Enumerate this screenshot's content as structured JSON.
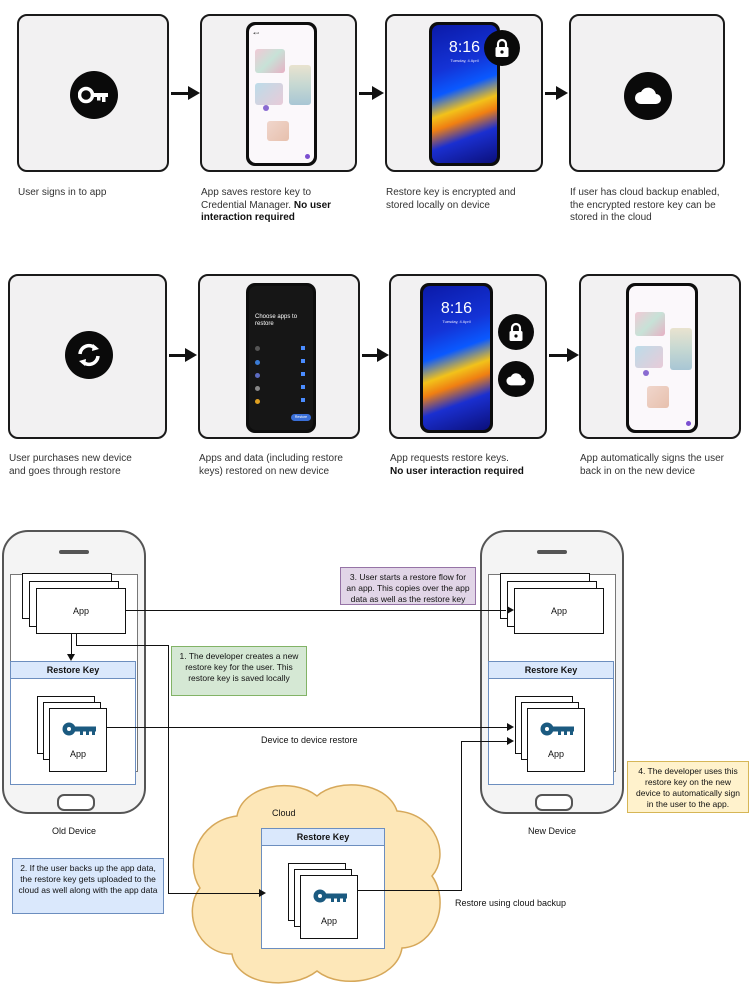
{
  "colors": {
    "card_bg": "#f2f1f2",
    "card_border": "#1a1a1a",
    "restore_key_header": "#dae8fc",
    "restore_key_border": "#6c8ebf",
    "note_green": "#d5e8d4",
    "note_purple": "#e1d5e7",
    "note_blue": "#dae8fc",
    "note_yellow": "#fff2cc",
    "cloud_fill": "#fde7b8",
    "key_icon": "#1b5a80"
  },
  "row1": {
    "captions": {
      "step1": "User signs in to app",
      "step2_a": "App saves restore key to Credential Manager.",
      "step2_b": "No user interaction required",
      "step3": "Restore key is encrypted and stored locally on device",
      "step4": "If user has cloud backup enabled, the encrypted restore key can be stored in the cloud"
    },
    "icons": [
      "key-icon",
      "lock-icon",
      "cloud-icon"
    ]
  },
  "row2": {
    "captions": {
      "step1": "User purchases new device and goes through restore",
      "step2": "Apps and data (including restore keys) restored on new device",
      "step3_a": "App requests restore keys.",
      "step3_b": "No user interaction required",
      "step4": "App automatically signs the user back in on the new device"
    },
    "icons": [
      "sync-icon",
      "lock-icon",
      "cloud-icon"
    ]
  },
  "lockscreen": {
    "time": "8:16",
    "date": "Tuesday, 4 April"
  },
  "choose_screen": {
    "title": "Choose apps to restore",
    "button": "Restore"
  },
  "diagram": {
    "old_device": "Old Device",
    "new_device": "New Device",
    "cloud": "Cloud",
    "app": "App",
    "restore_key": "Restore Key",
    "device_to_device": "Device to device restore",
    "cloud_restore": "Restore using cloud backup",
    "note1": "1. The developer creates a new restore key for the user. This restore key is saved locally",
    "note2": "2. If the user backs up the app data, the restore key gets uploaded to the cloud as well along with the app data",
    "note3": "3. User starts a restore flow for an app. This copies over the app data as well as the restore key",
    "note4": "4. The developer uses this restore key on the new device to automatically sign in the user to the app."
  }
}
